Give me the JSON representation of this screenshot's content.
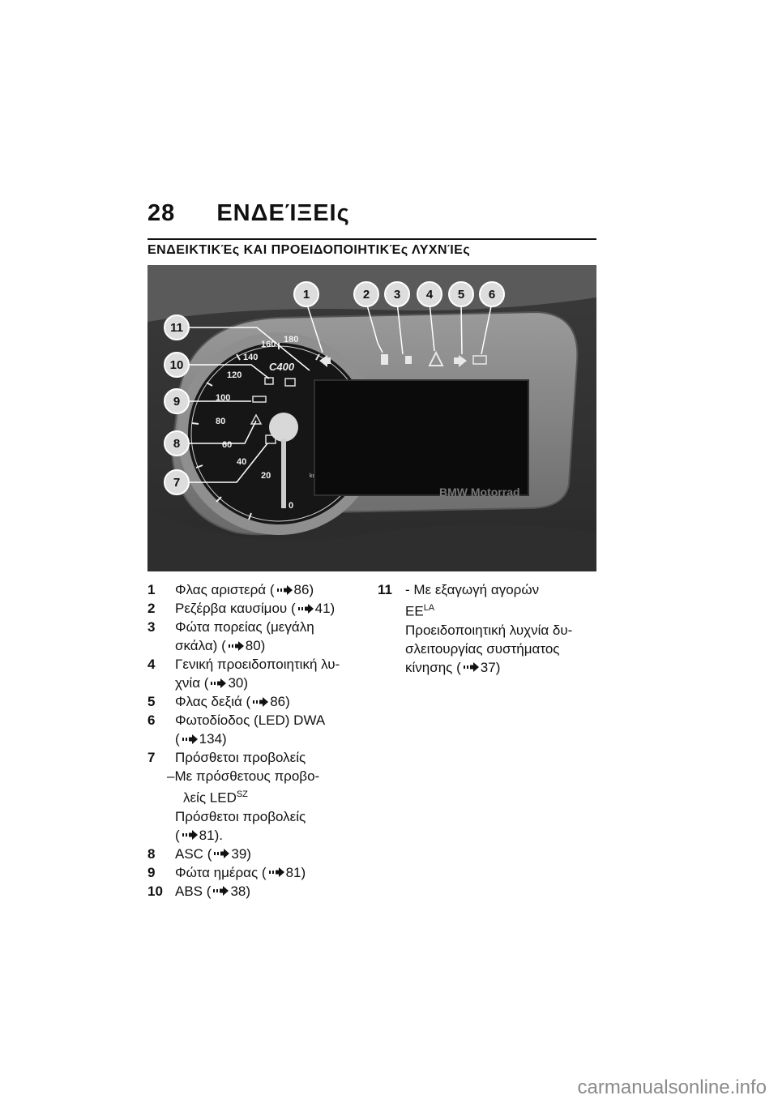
{
  "header": {
    "page_number": "28",
    "title": "ΕΝΔΕΊΞΕΙς"
  },
  "section_title": "ΕΝΔΕΙΚΤΙΚΈς ΚΑΙ ΠΡΟΕΙΔΟΠΟΙΗΤΙΚΈς ΛΥΧΝΊΕς",
  "figure": {
    "callouts": [
      "1",
      "2",
      "3",
      "4",
      "5",
      "6",
      "7",
      "8",
      "9",
      "10",
      "11"
    ],
    "speed_ticks": [
      "0",
      "20",
      "40",
      "60",
      "80",
      "100",
      "120",
      "140",
      "160",
      "180"
    ],
    "unit": "km/h",
    "model_badge": "C400",
    "brand_text": "BMW Motorrad"
  },
  "legend_left": [
    {
      "n": "1",
      "text": "Φλας αριστερά",
      "ref": "86)"
    },
    {
      "n": "2",
      "text": "Ρεζέρβα καυσίμου",
      "ref": "41)"
    },
    {
      "n": "3",
      "text": "Φώτα πορείας (μεγάλη",
      "cont_text": "σκάλα)",
      "ref": "80)"
    },
    {
      "n": "4",
      "text": "Γενική προειδοποιητική λυ-",
      "cont_text": "χνία",
      "ref": "30)"
    },
    {
      "n": "5",
      "text": "Φλας δεξιά",
      "ref": "86)"
    },
    {
      "n": "6",
      "text": "Φωτοδίοδος (LED) DWA",
      "ref": "134)"
    },
    {
      "n": "7",
      "text": "Πρόσθετοι προβολείς",
      "dash_text": "Με πρόσθετους προβο-",
      "dash_cont": "λείς LED",
      "dash_sup": "SZ",
      "text2": "Πρόσθετοι προβολείς",
      "ref": "81)."
    },
    {
      "n": "8",
      "text": "ASC",
      "ref": "39)"
    },
    {
      "n": "9",
      "text": "Φώτα ημέρας",
      "ref": "81)"
    },
    {
      "n": "10",
      "text": "ABS",
      "ref": "38)"
    }
  ],
  "legend_right": {
    "n": "11",
    "line1": "- Με εξαγωγή αγορών",
    "line2": "ΕΕ",
    "line2_sup": "LA",
    "line3": "Προειδοποιητική λυχνία δυ-",
    "line4": "σλειτουργίας συστήματος",
    "line5": "κίνησης",
    "ref": "37)"
  },
  "footer": "carmanualsonline.info"
}
